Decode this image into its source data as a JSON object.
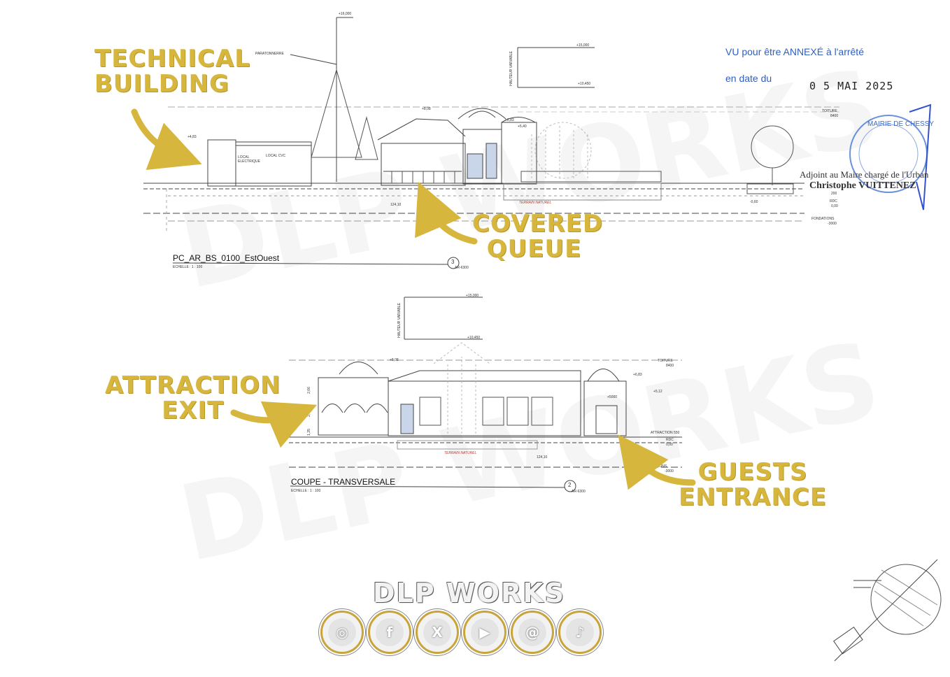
{
  "annotations": {
    "technical_building": [
      "TECHNICAL",
      "BUILDING"
    ],
    "covered_queue": [
      "COVERED",
      "QUEUE"
    ],
    "attraction_exit": [
      "ATTRACTION",
      "EXIT"
    ],
    "guests_entrance": [
      "GUESTS",
      "ENTRANCE"
    ]
  },
  "elevation": {
    "title": "PC_AR_BS_0100_EstOuest",
    "scale": "ECHELLE : 1 : 100",
    "ref_number": "3",
    "ref_sheet": "AR-6300",
    "labels": {
      "paratonnerre": "PARATONNERRE",
      "local_elec": "LOCAL ELECTRIQUE",
      "local_cvc": "LOCAL CVC",
      "hauteur_variable": "HAUTEUR VARIABLE",
      "terrain": "TERRAIN NATUREL"
    },
    "levels": {
      "top": "+16,000",
      "h15": "+15,000",
      "h1045": "+10,450",
      "h808": "+8,08",
      "h683": "+6,83",
      "h540": "+5,40",
      "h483": "+4,83",
      "toiture": "TOITURE",
      "toiture_val": "8400",
      "rdc": "RDC",
      "rdc_val": "0,00",
      "h200": "200",
      "minus": "-0,60",
      "fondations": "FONDATIONS",
      "fond_val": "-3000",
      "l12410": "124,10"
    }
  },
  "section": {
    "title": "COUPE -  TRANSVERSALE",
    "scale": "ECHELLE : 1 : 100",
    "ref_number": "2",
    "ref_sheet": "AR-6300",
    "labels": {
      "hauteur_variable": "HAUTEUR VARIABLE",
      "terrain": "TERRAIN NATUREL"
    },
    "levels": {
      "h15": "+15,000",
      "h1045": "+10,450",
      "h808": "+8,08",
      "h683": "+6,83",
      "h512": "+5,12",
      "h5000": "+5000",
      "toiture": "TOITURE",
      "toiture_val": "8400",
      "attraction": "ATTRACTION  550",
      "rdc": "RDC",
      "rdc_val": "0,00",
      "fondations": "ATIONS",
      "fond_val": "-3000",
      "l12410": "124,10",
      "dim1": "2,66",
      "dim2": "2,49",
      "dim3": "1,35"
    }
  },
  "stamp": {
    "line1": "VU pour être ANNEXÉ à l'arrêté",
    "line2": "en date du",
    "date": "0 5 MAI 2025",
    "seal": "MAIRIE DE CHESSY",
    "signer_role": "Adjoint au Maire chargé de l'Urban",
    "signer_name": "Christophe VUITTENEZ"
  },
  "branding": {
    "logo": "DLP WORKS",
    "watermark": "DLP WORKS",
    "social": [
      {
        "name": "instagram-icon",
        "glyph": "◎"
      },
      {
        "name": "facebook-icon",
        "glyph": "f"
      },
      {
        "name": "x-icon",
        "glyph": "X"
      },
      {
        "name": "youtube-icon",
        "glyph": "▶"
      },
      {
        "name": "threads-icon",
        "glyph": "@"
      },
      {
        "name": "tiktok-icon",
        "glyph": "♪"
      }
    ],
    "accent": "#d6b63c"
  }
}
